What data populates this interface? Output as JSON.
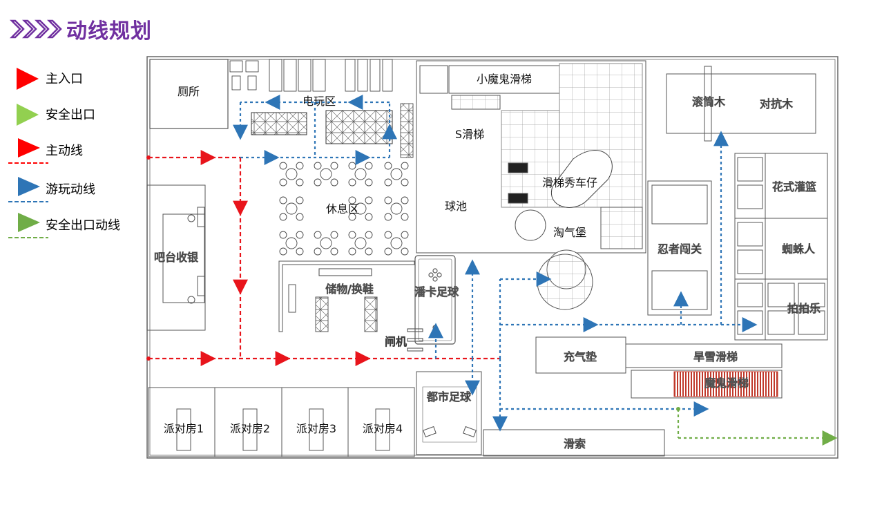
{
  "header": {
    "title": "动线规划",
    "chevron_color": "#7030a0"
  },
  "legend": {
    "items": [
      {
        "label": "主入口",
        "kind": "arrow",
        "color": "#ff0000"
      },
      {
        "label": "安全出口",
        "kind": "arrow",
        "color": "#92d050"
      },
      {
        "label": "主动线",
        "kind": "arrow-line",
        "color": "#ff0000"
      },
      {
        "label": "游玩动线",
        "kind": "arrow-line",
        "color": "#2e75b6"
      },
      {
        "label": "安全出口动线",
        "kind": "arrow-line",
        "color": "#70ad47"
      }
    ]
  },
  "rooms": {
    "toilet": "厕所",
    "arcade": "电玩区",
    "lounge": "休息区",
    "bar": "吧台收银",
    "storage": "储物/换鞋",
    "gate": "闸机",
    "party1": "派对房1",
    "party2": "派对房2",
    "party3": "派对房3",
    "party4": "派对房4",
    "city_football": "都市足球",
    "pool_football": "潘卡足球",
    "ball_pool": "球池",
    "s_slide": "S滑梯",
    "small_devil_slide": "小魔鬼滑梯",
    "gyro": "滑梯秀车仔",
    "naughty_castle": "淘气堡",
    "roller_log": "滚筒木",
    "fight_log": "对抗木",
    "ninja": "忍者闯关",
    "flower_basket": "花式灌篮",
    "spiderman": "蜘蛛人",
    "pat_pat": "拍拍乐",
    "air_cushion": "充气垫",
    "dry_snow_slide": "旱雪滑梯",
    "devil_slide": "魔鬼滑梯",
    "zipline": "滑索"
  },
  "colors": {
    "main": "#e8141b",
    "play": "#2e75b6",
    "exit": "#70ad47",
    "wall": "#555555",
    "line": "#888888",
    "slide": "#c0392b"
  }
}
